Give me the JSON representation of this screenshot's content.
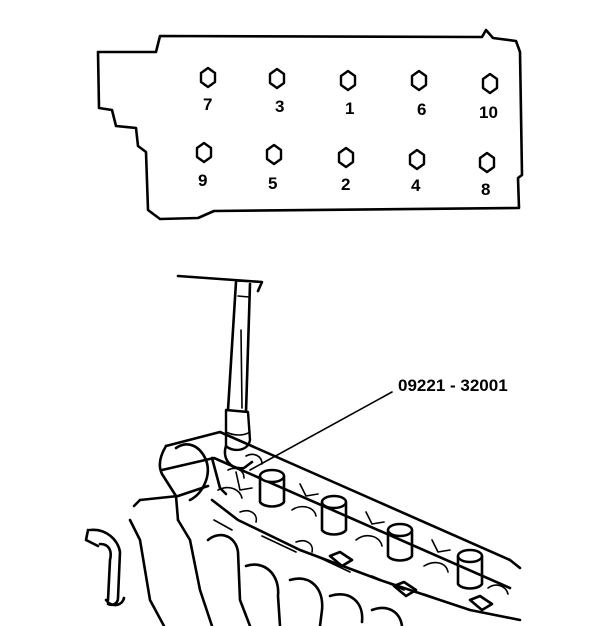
{
  "bolt_diagram": {
    "bolts": [
      {
        "number": "7"
      },
      {
        "number": "3"
      },
      {
        "number": "1"
      },
      {
        "number": "6"
      },
      {
        "number": "10"
      },
      {
        "number": "9"
      },
      {
        "number": "5"
      },
      {
        "number": "2"
      },
      {
        "number": "4"
      },
      {
        "number": "8"
      }
    ]
  },
  "tool_callout": {
    "part_number": "09221 - 32001"
  },
  "icons": [
    "hex-bolt-icon",
    "cylinder-head-outline",
    "socket-wrench",
    "engine-cylinder-head"
  ]
}
